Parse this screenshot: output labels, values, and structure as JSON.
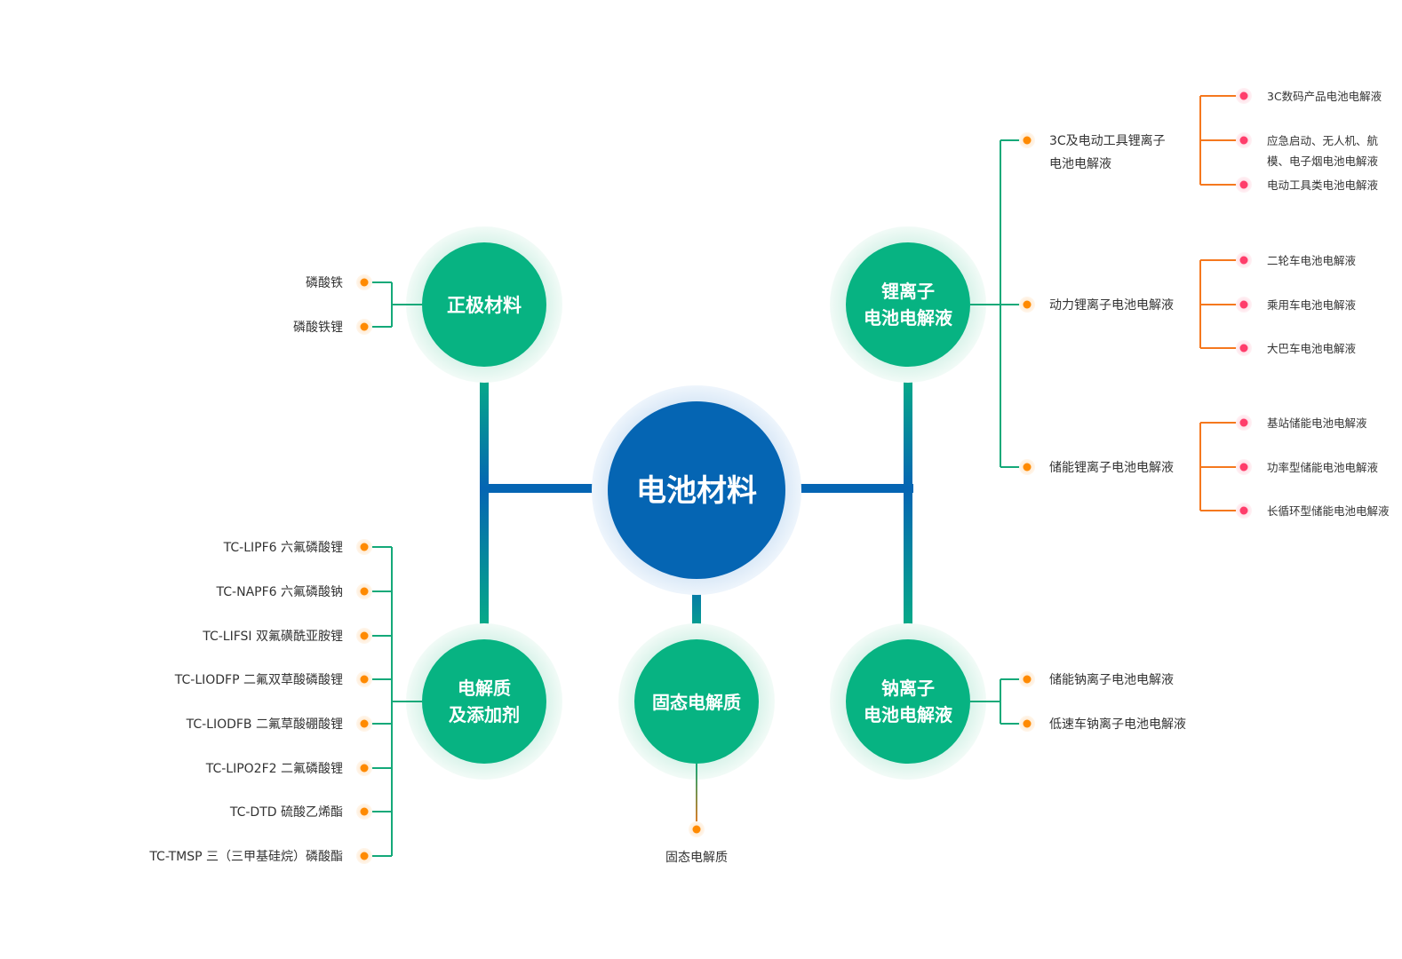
{
  "center": {
    "label": "电池材料"
  },
  "branches": {
    "cathode": {
      "label": "正极材料",
      "items": [
        "磷酸铁",
        "磷酸铁锂"
      ]
    },
    "electrolyte": {
      "label_line1": "电解质",
      "label_line2": "及添加剂",
      "items": [
        "TC-LIPF6 六氟磷酸锂",
        "TC-NAPF6 六氟磷酸钠",
        "TC-LIFSI 双氟磺酰亚胺锂",
        "TC-LIODFP 二氟双草酸磷酸锂",
        "TC-LIODFB 二氟草酸硼酸锂",
        "TC-LIPO2F2 二氟磷酸锂",
        "TC-DTD 硫酸乙烯酯",
        "TC-TMSP 三（三甲基硅烷）磷酸酯"
      ]
    },
    "solid": {
      "label": "固态电解质",
      "items": [
        "固态电解质"
      ]
    },
    "lithium": {
      "label_line1": "锂离子",
      "label_line2": "电池电解液",
      "groups": [
        {
          "label_line1": "3C及电动工具锂离子",
          "label_line2": "电池电解液",
          "items": [
            {
              "line1": "3C数码产品电池电解液"
            },
            {
              "line1": "应急启动、无人机、航",
              "line2": "模、电子烟电池电解液"
            },
            {
              "line1": "电动工具类电池电解液"
            }
          ]
        },
        {
          "label_line1": "动力锂离子电池电解液",
          "items": [
            {
              "line1": "二轮车电池电解液"
            },
            {
              "line1": "乘用车电池电解液"
            },
            {
              "line1": "大巴车电池电解液"
            }
          ]
        },
        {
          "label_line1": "储能锂离子电池电解液",
          "items": [
            {
              "line1": "基站储能电池电解液"
            },
            {
              "line1": "功率型储能电池电解液"
            },
            {
              "line1": "长循环型储能电池电解液"
            }
          ]
        }
      ]
    },
    "sodium": {
      "label_line1": "钠离子",
      "label_line2": "电池电解液",
      "items": [
        "储能钠离子电池电解液",
        "低速车钠离子电池电解液"
      ]
    }
  },
  "colors": {
    "center_blue": "#0565b3",
    "node_green": "#07b382",
    "branch_line_green": "#14a979",
    "dot_orange": "#ff8a00",
    "dot_pink": "#ff3d6b",
    "line_orange": "#f5781e"
  }
}
